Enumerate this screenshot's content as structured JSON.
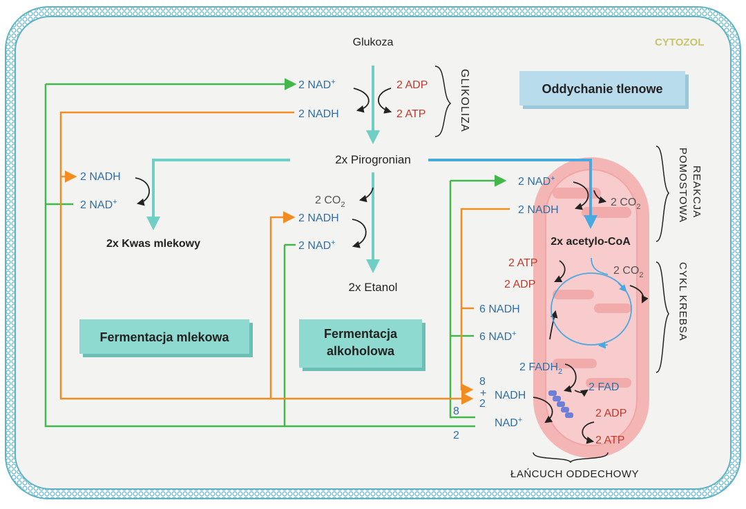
{
  "cytozol": "CYTOZOL",
  "glukoza": "Glukoza",
  "glikoliza": "GLIKOLIZA",
  "pirogronian": "2x Pirogronian",
  "kwas": "2x Kwas mlekowy",
  "etanol": "2x Etanol",
  "acetylo": "2x acetylo-CoA",
  "oddychanie": "Oddychanie tlenowe",
  "ferm_mlek": "Fermentacja mlekowa",
  "ferm_alk_1": "Fermentacja",
  "ferm_alk_2": "alkoholowa",
  "reakcja_1": "REAKCJA",
  "reakcja_2": "POMOSTOWA",
  "krebs": "CYKL KREBSA",
  "lancuch": "ŁAŃCUCH ODDECHOWY",
  "nad_plus": "2 NAD",
  "nadh2": "2 NADH",
  "adp2": "2 ADP",
  "atp2": "2 ATP",
  "co2": "2 CO",
  "sub2": "2",
  "sup_plus": "+",
  "nadh6": "6 NADH",
  "nad6": "6 NAD",
  "fadh": "2 FADH",
  "fad": "2 FAD",
  "nadh": "NADH",
  "nad": "NAD",
  "num8": "8",
  "num2": "2",
  "plus": "+",
  "colors": {
    "cell_bg": "#f3f3f1",
    "membrane": "#5fb3c4",
    "green": "#43b84a",
    "orange": "#f28c1e",
    "teal": "#6fcfc4",
    "blue_arrow": "#4aa8e0",
    "mito_outer": "#f4b5b5",
    "mito_inner": "#f8cccc",
    "krebs": "#4aa8e0",
    "teal_box": "#8fdad0",
    "blue_box": "#b9dcec",
    "cytozol": "#c9c36a"
  }
}
